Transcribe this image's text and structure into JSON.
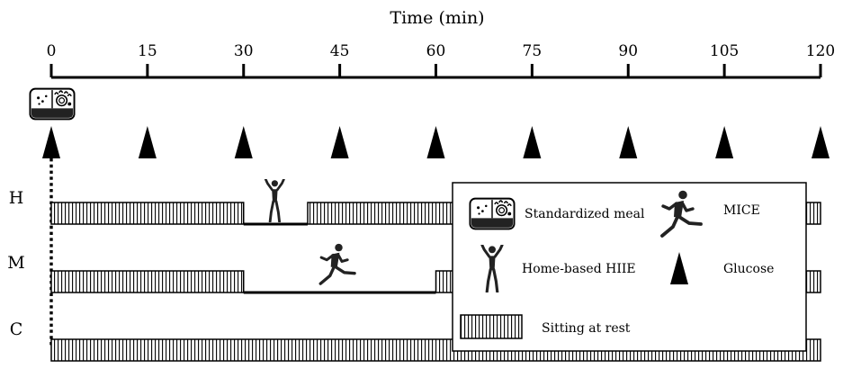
{
  "axis": {
    "title": "Time (min)",
    "ticks": [
      0,
      15,
      30,
      45,
      60,
      75,
      90,
      105,
      120
    ]
  },
  "glucose_times": [
    0,
    15,
    30,
    45,
    60,
    75,
    90,
    105,
    120
  ],
  "meal_time": 0,
  "conditions": [
    {
      "label": "H",
      "segments": [
        {
          "type": "sitting",
          "start": 0,
          "end": 30
        },
        {
          "type": "exercise",
          "exercise": "Home-based HIIE",
          "start": 30,
          "end": 40
        },
        {
          "type": "sitting",
          "start": 40,
          "end": 120
        }
      ]
    },
    {
      "label": "M",
      "segments": [
        {
          "type": "sitting",
          "start": 0,
          "end": 30
        },
        {
          "type": "exercise",
          "exercise": "MICE",
          "start": 30,
          "end": 60
        },
        {
          "type": "sitting",
          "start": 60,
          "end": 120
        }
      ]
    },
    {
      "label": "C",
      "segments": [
        {
          "type": "sitting",
          "start": 0,
          "end": 120
        }
      ]
    }
  ],
  "legend": {
    "meal": "Standardized meal",
    "mice": "MICE",
    "hiie": "Home-based HIIE",
    "glucose": "Glucose",
    "sitting": "Sitting at rest"
  },
  "icons": {
    "meal": "meal-box-icon",
    "hiie": "jumping-figure-icon",
    "mice": "running-figure-icon",
    "glucose": "triangle-icon"
  }
}
